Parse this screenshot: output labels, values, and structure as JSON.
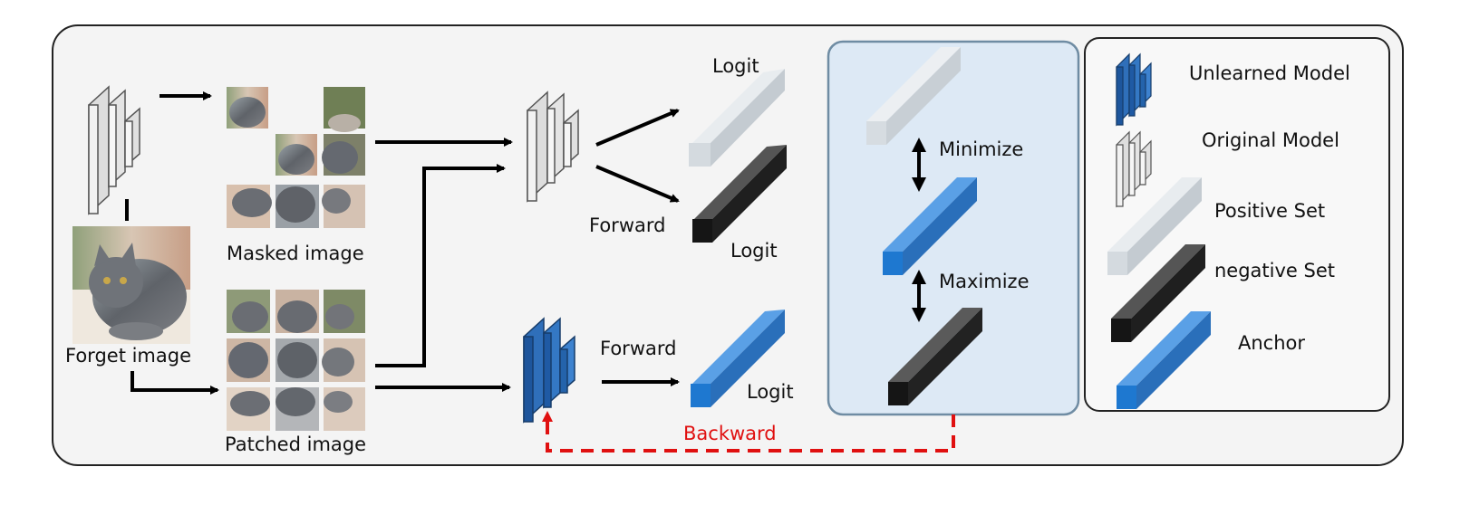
{
  "labels": {
    "masked_image": "Masked image",
    "forget_image": "Forget image",
    "patched_image": "Patched image",
    "logit_top": "Logit",
    "logit_mid": "Logit",
    "logit_bottom": "Logit",
    "forward_top": "Forward",
    "forward_bottom": "Forward",
    "minimize": "Minimize",
    "maximize": "Maximize",
    "backward": "Backward"
  },
  "legend": {
    "unlearned_model": "Unlearned Model",
    "original_model": "Original Model",
    "positive_set": "Positive Set",
    "negative_set": "negative Set",
    "anchor": "Anchor"
  },
  "colors": {
    "panel_bg": "#f4f4f4",
    "compare_bg": "#dde9f5",
    "compare_border": "#6f8ca3",
    "original_model": "#e6e6e6",
    "unlearned_model": "#2a66b0",
    "positive": "#d4dadf",
    "negative": "#2d2d2d",
    "anchor": "#2f7fd0",
    "backward": "#e01010",
    "cat_fur": "#6b6e74",
    "cat_bg": "#c9b09a"
  }
}
